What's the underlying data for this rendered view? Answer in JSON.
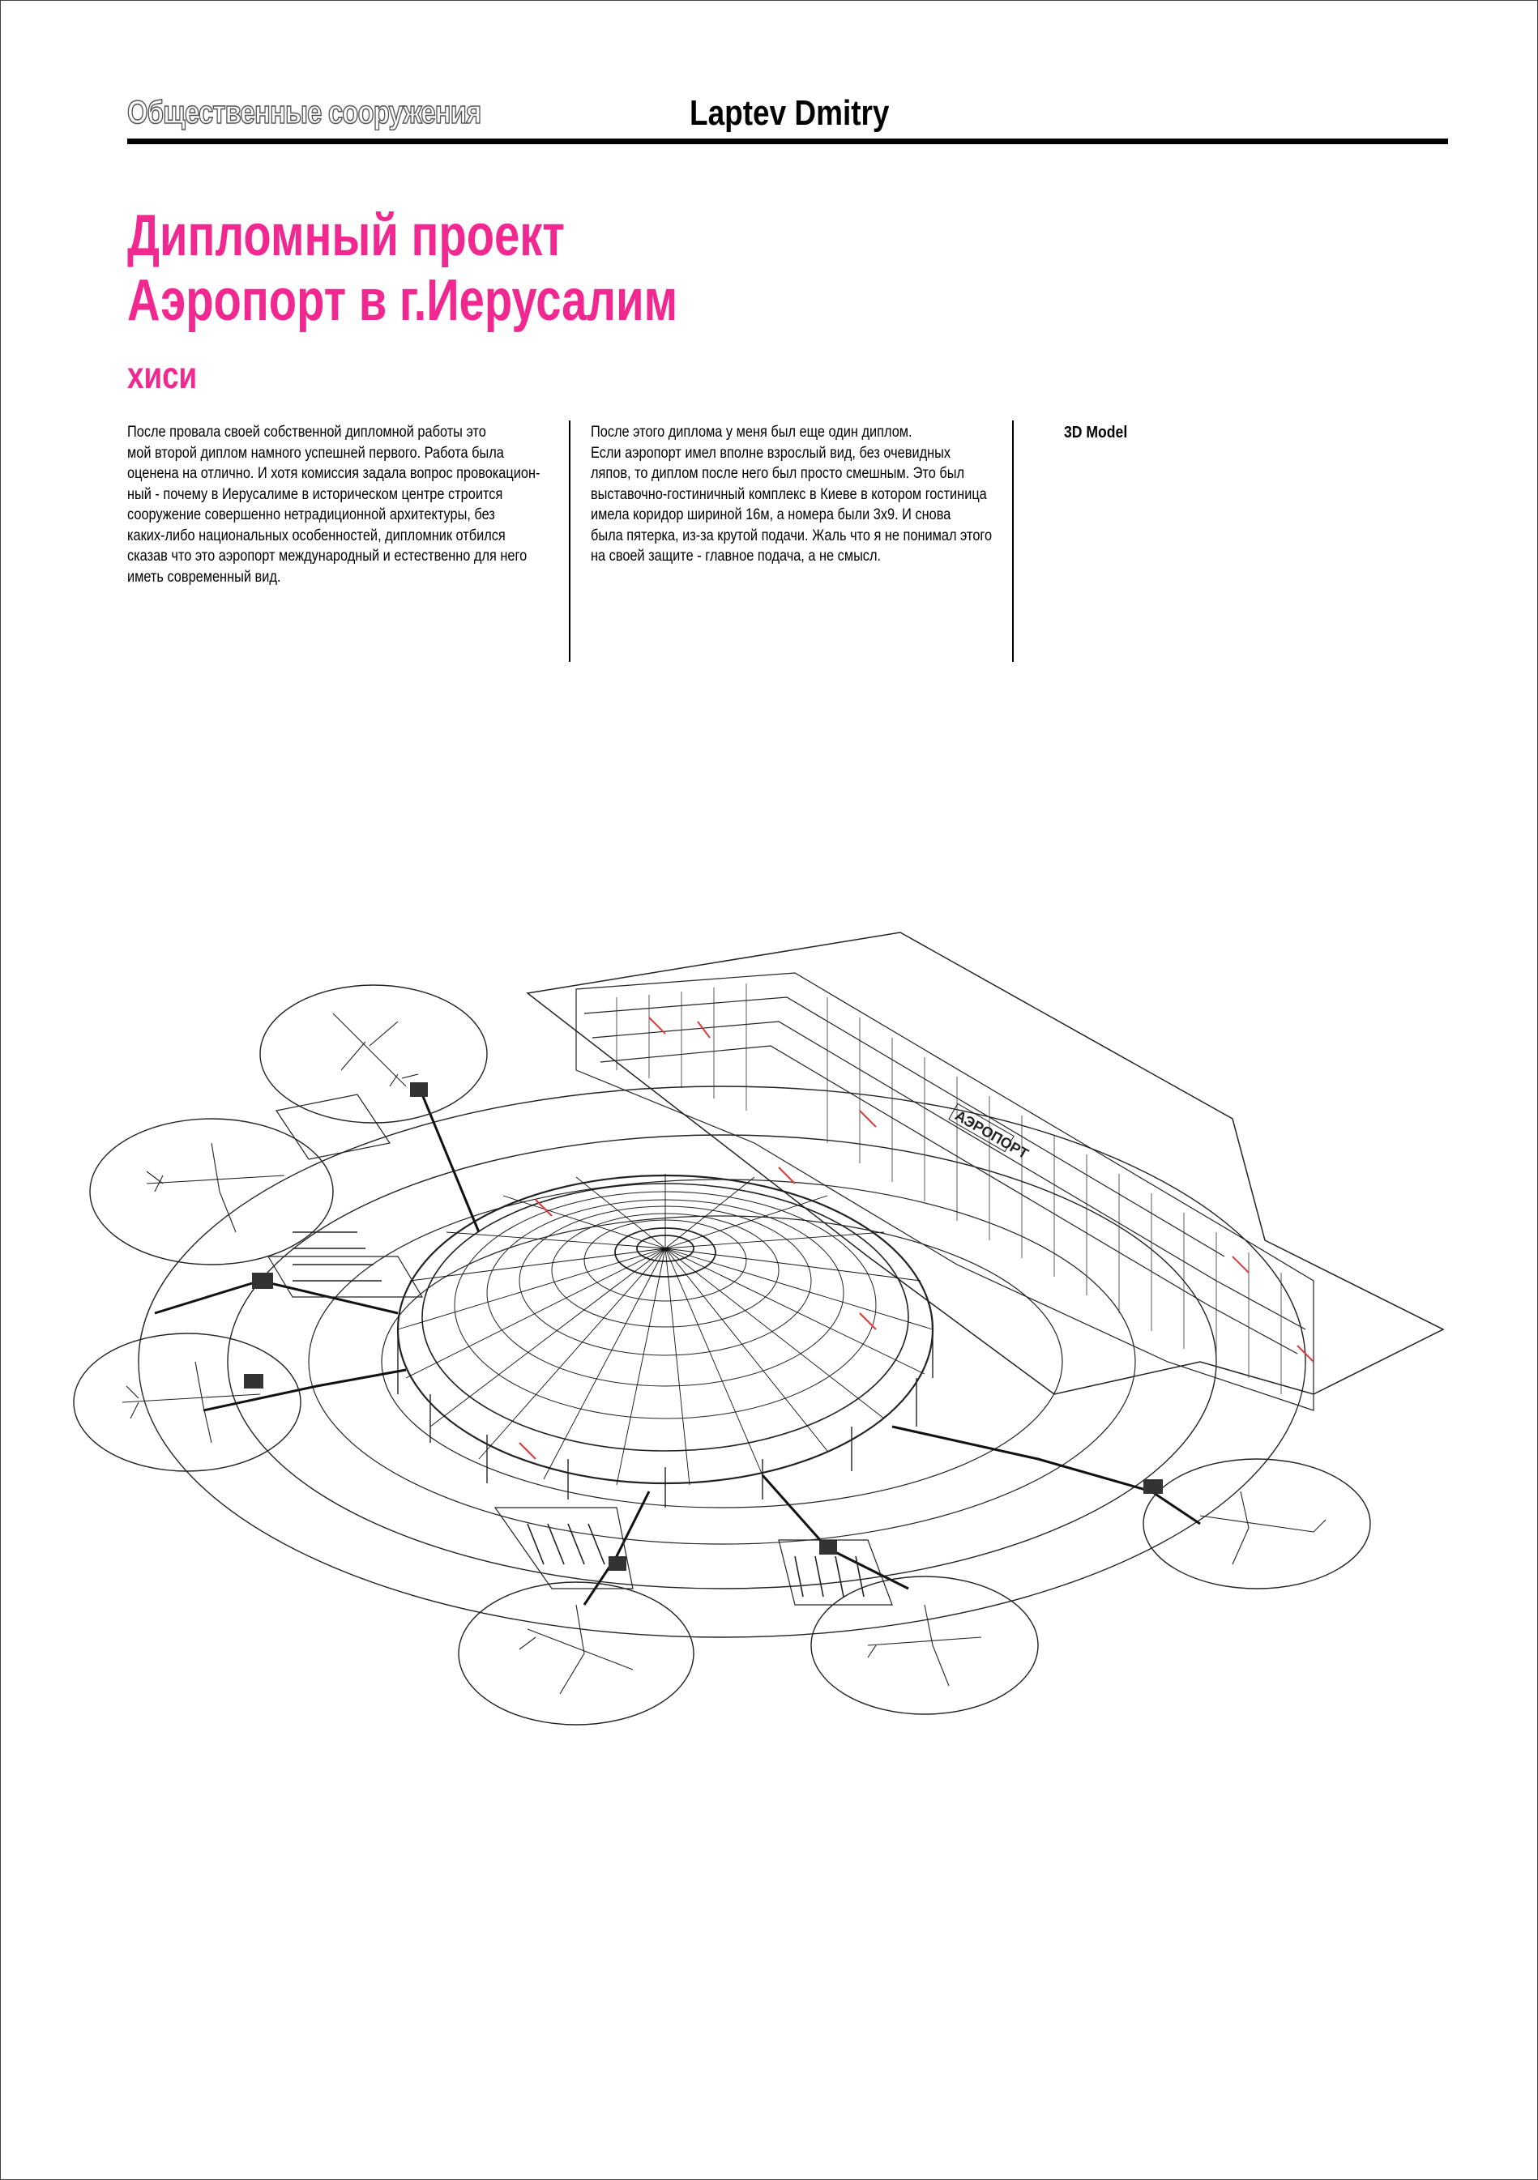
{
  "header": {
    "section": "Общественные сооружения",
    "author": "Laptev Dmitry"
  },
  "title": {
    "line1": "Дипломный проект",
    "line2": "Аэропорт в г.Иерусалим"
  },
  "subtitle": "хиси",
  "columns": {
    "col1": "    После провала своей собственной дипломной работы это\nмой второй диплом намного успешней первого. Работа была\nоценена на отлично. И хотя комиссия задала вопрос провокацион-\nный - почему в Иерусалиме в историческом центре строится\nсооружение совершенно нетрадиционной архитектуры, без\nкаких-либо национальных особенностей, дипломник отбился\nсказав что это аэропорт международный и естественно для него\nиметь современный вид.",
    "col2": "      После этого диплома у меня был еще один диплом.\nЕсли аэропорт имел  вполне взрослый вид, без очевидных\nляпов, то диплом после него был просто смешным. Это был\nвыставочно-гостиничный комплекс в Киеве в котором гостиница\nимела коридор шириной 16м, а номера были 3х9. И снова\nбыла пятерка, из-за крутой подачи. Жаль что я не понимал этого\nна своей защите - главное подача, а не смысл.",
    "col3_heading": "3D Model"
  },
  "drawing": {
    "terminal_sign": "АЭРОПОРТ"
  }
}
